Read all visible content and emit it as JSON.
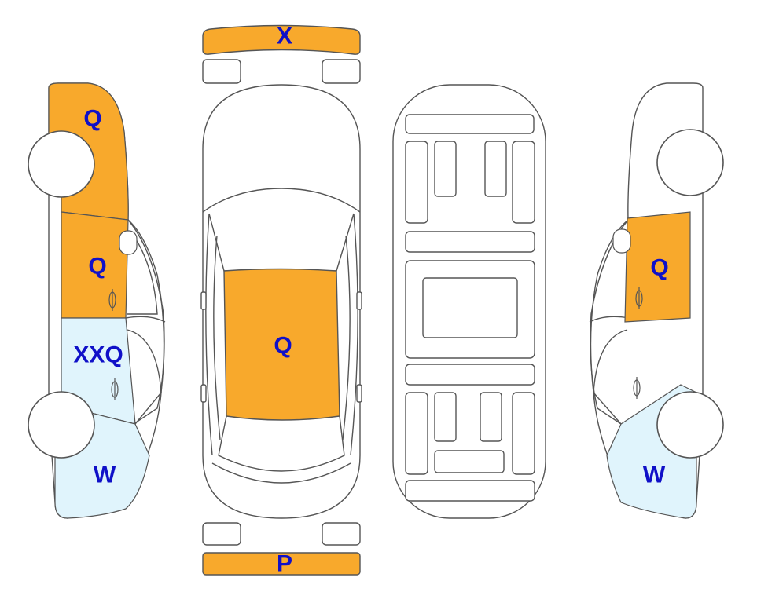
{
  "colors": {
    "damage_orange": "#F8A92C",
    "light_blue": "#E0F4FC",
    "label_blue": "#1010C8",
    "outline": "#555555"
  },
  "labels": {
    "front_bumper": "X",
    "rear_bumper": "P",
    "roof": "Q",
    "left_front_fender": "Q",
    "left_front_door": "Q",
    "left_rear_door": "XXQ",
    "left_rear_quarter": "W",
    "right_rear_door": "Q",
    "right_rear_quarter": "W"
  }
}
